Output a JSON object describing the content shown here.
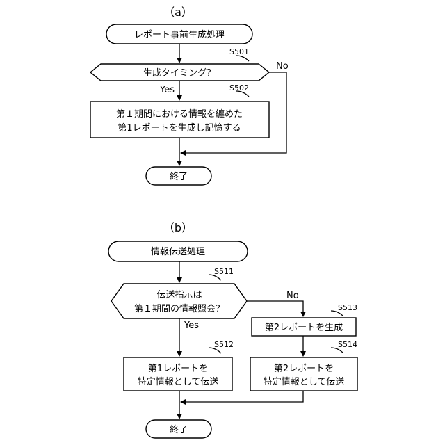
{
  "flowchart_a": {
    "heading": "（a）",
    "start": "レポート事前生成処理",
    "decision_step": "S501",
    "decision": "生成タイミング？",
    "no_label": "No",
    "yes_label": "Yes",
    "process_step": "S502",
    "process_lines": [
      "第１期間における情報を纏めた",
      "第1レポートを生成し記憶する"
    ],
    "end": "終了"
  },
  "flowchart_b": {
    "heading": "（b）",
    "start": "情報伝送処理",
    "decision_step": "S511",
    "decision_lines": [
      "伝送指示は",
      "第１期間の情報照会？"
    ],
    "no_label": "No",
    "yes_label": "Yes",
    "s513_step": "S513",
    "s513": "第2レポートを生成",
    "s512_step": "S512",
    "s512_lines": [
      "第1レポートを",
      "特定情報として伝送"
    ],
    "s514_step": "S514",
    "s514_lines": [
      "第2レポートを",
      "特定情報として伝送"
    ],
    "end": "終了"
  }
}
